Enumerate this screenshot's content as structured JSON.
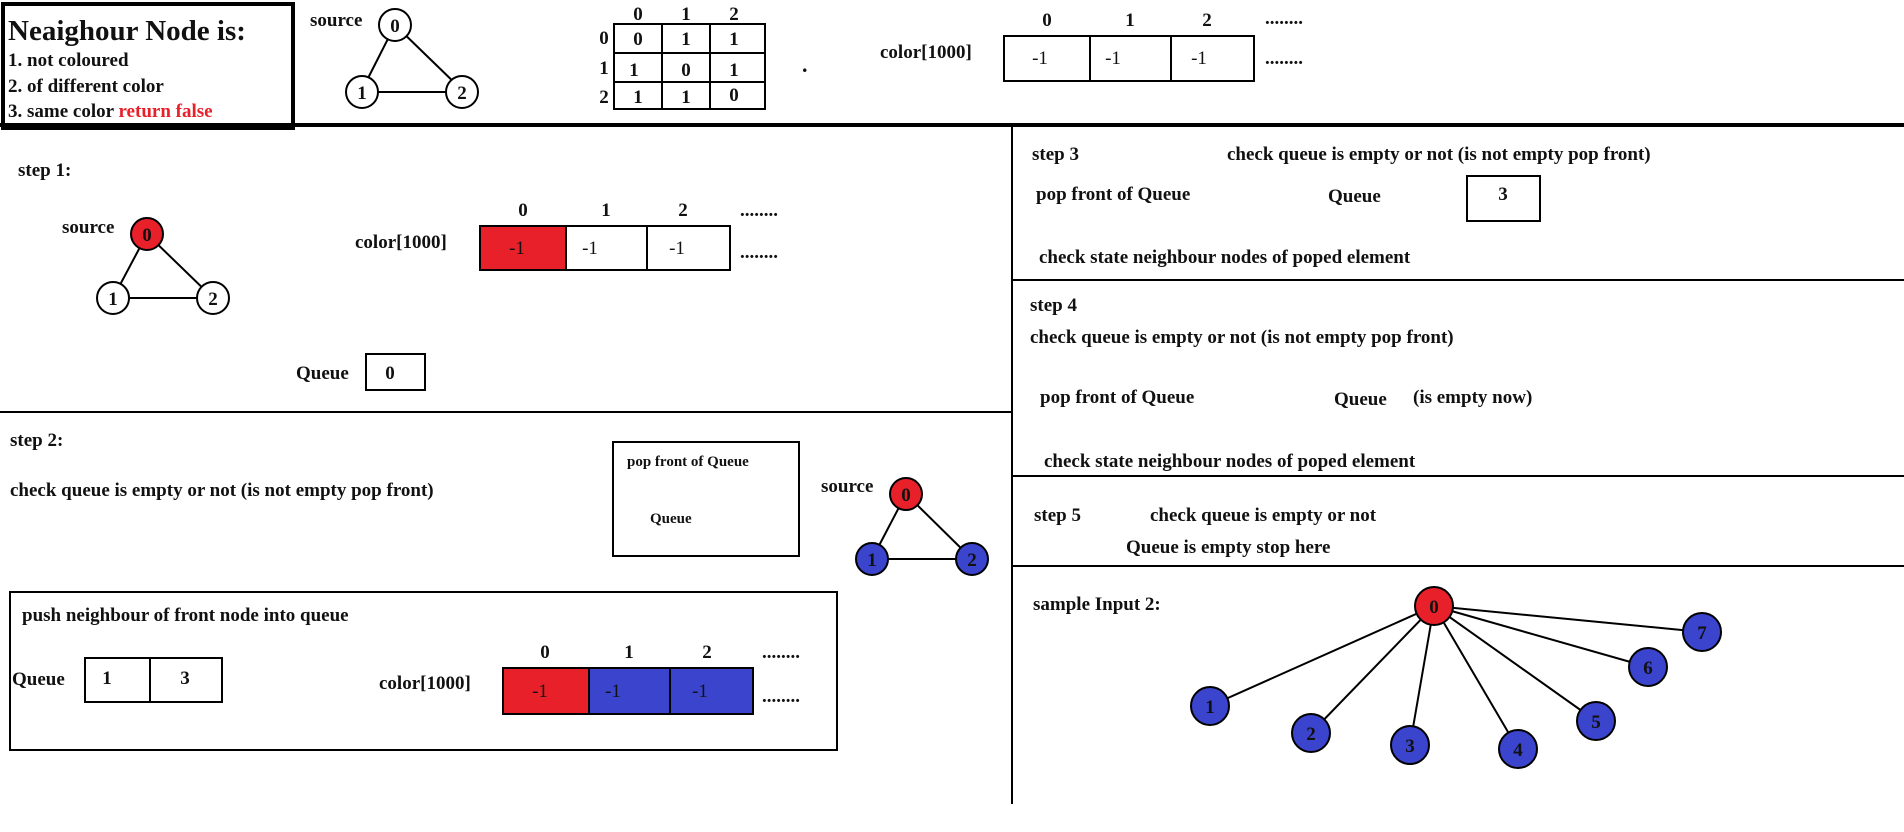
{
  "colors": {
    "red": "#e8202a",
    "blue": "#3a44cc",
    "line": "#000000",
    "white": "#ffffff",
    "alert": "#e8202a"
  },
  "rule_box": {
    "title": "Neaighour Node is:",
    "items": [
      "1. not coloured",
      "2. of different color",
      "3. same color "
    ],
    "item3_highlight": "return false"
  },
  "labels": {
    "source": "source",
    "color_array": "color[1000]",
    "queue": "Queue",
    "dots": "........",
    "period": "."
  },
  "header": {
    "matrix_cols": [
      "0",
      "1",
      "2"
    ],
    "matrix_rows": [
      "0",
      "1",
      "2"
    ],
    "matrix": [
      [
        "0",
        "1",
        "1"
      ],
      [
        "1",
        "0",
        "1"
      ],
      [
        "1",
        "1",
        "0"
      ]
    ],
    "color_cols": [
      "0",
      "1",
      "2"
    ],
    "color_vals": [
      "-1",
      "-1",
      "-1"
    ]
  },
  "graph_small": {
    "nodes": [
      "0",
      "1",
      "2"
    ]
  },
  "step1": {
    "title": "step 1:",
    "color_cols": [
      "0",
      "1",
      "2"
    ],
    "color_vals": [
      "-1",
      "-1",
      "-1"
    ],
    "queue": [
      "0"
    ]
  },
  "step2": {
    "title": "step 2:",
    "text": "check queue is empty or not (is not empty pop front)",
    "pop_box_title": "pop front of Queue",
    "pop_box_queue": "Queue",
    "push_title": "push neighbour of front node into queue",
    "queue": [
      "1",
      "3"
    ],
    "color_cols": [
      "0",
      "1",
      "2"
    ],
    "color_vals": [
      "-1",
      "-1",
      "-1"
    ]
  },
  "step3": {
    "title": "step 3",
    "text": "check queue is empty or not (is not empty pop front)",
    "pop": "pop front of Queue",
    "queue_label": "Queue",
    "queue": [
      "3"
    ],
    "check": "check state neighbour nodes of poped element"
  },
  "step4": {
    "title": "step 4",
    "text": "check queue is empty or not (is not empty pop front)",
    "pop": "pop front of Queue",
    "queue_label": "Queue",
    "empty": "(is empty now)",
    "check": "check state neighbour nodes of poped element"
  },
  "step5": {
    "title": "step 5",
    "text": "check queue is empty or not",
    "stop": "Queue is empty stop here"
  },
  "sample2": {
    "title": "sample Input 2:",
    "center": "0",
    "leaves": [
      "1",
      "2",
      "3",
      "4",
      "5",
      "6",
      "7"
    ]
  }
}
